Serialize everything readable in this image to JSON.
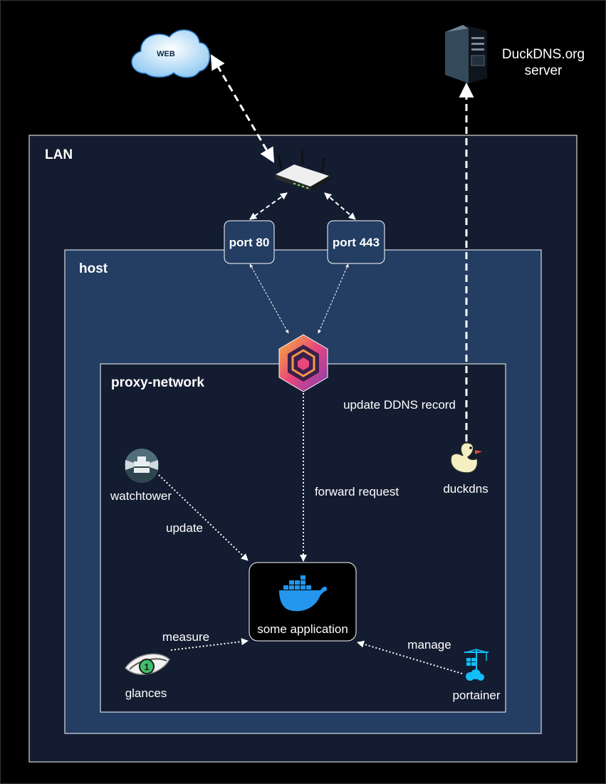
{
  "web_label": "WEB",
  "server_label_line1": "DuckDNS.org",
  "server_label_line2": "server",
  "lan_label": "LAN",
  "host_label": "host",
  "network_label": "proxy-network",
  "port_80_label": "port 80",
  "port_443_label": "port 443",
  "app_label": "some application",
  "containers": {
    "watchtower": "watchtower",
    "duckdns": "duckdns",
    "glances": "glances",
    "portainer": "portainer"
  },
  "edges": {
    "update_ddns": "update DDNS record",
    "forward_request": "forward request",
    "update": "update",
    "measure": "measure",
    "manage": "manage"
  }
}
